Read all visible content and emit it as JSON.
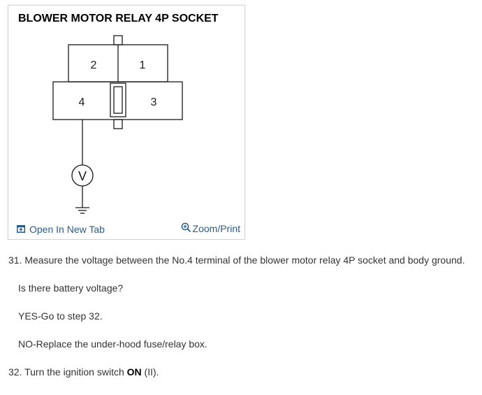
{
  "figure": {
    "title": "BLOWER MOTOR RELAY 4P SOCKET",
    "terminals": {
      "t1": "1",
      "t2": "2",
      "t3": "3",
      "t4": "4"
    },
    "meter_symbol": "V",
    "open_tab_label": "Open In New Tab",
    "zoom_label": "Zoom/Print"
  },
  "steps": {
    "step31": "31. Measure the voltage between the No.4 terminal of the blower motor relay 4P socket and body ground.",
    "question": "Is there battery voltage?",
    "yes": "YES-Go to step 32.",
    "no": "NO-Replace the under-hood fuse/relay box.",
    "step32_prefix": "32. Turn the ignition switch ",
    "step32_bold": "ON",
    "step32_suffix": " (II)."
  },
  "colors": {
    "link": "#2a5c8a",
    "text": "#333333"
  }
}
